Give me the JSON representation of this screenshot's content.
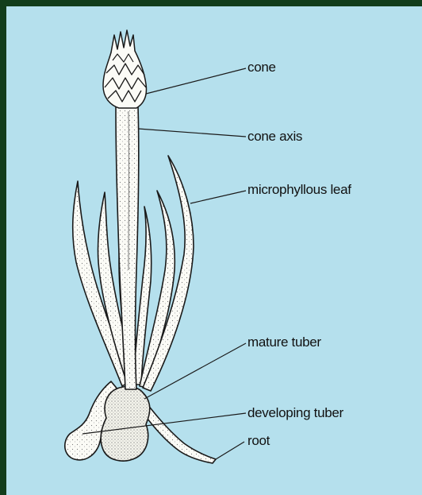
{
  "diagram": {
    "subject": "plant-with-cone-and-tubers",
    "colors": {
      "background": "#b5e0ed",
      "frame": "#123d1c",
      "plant_fill": "#fbfbf6",
      "ink": "#1a1a1a"
    },
    "labels": {
      "cone": "cone",
      "cone_axis": "cone axis",
      "microphyllous_leaf": "microphyllous leaf",
      "mature_tuber": "mature tuber",
      "developing_tuber": "developing tuber",
      "root": "root"
    }
  }
}
